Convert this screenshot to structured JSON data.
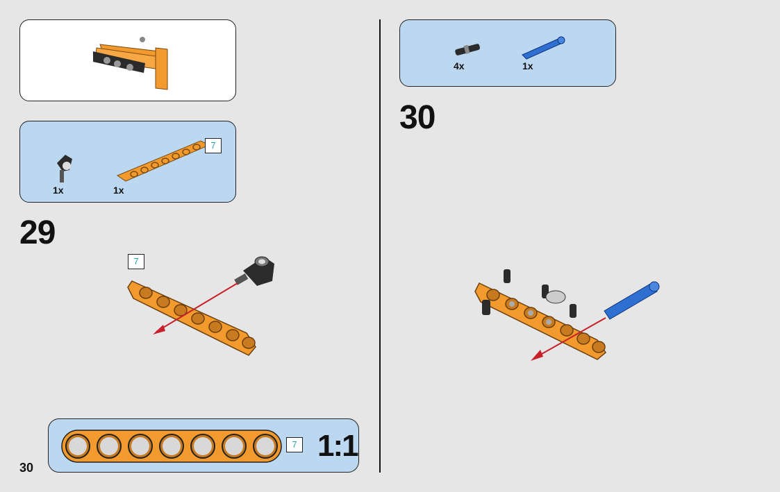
{
  "page_number": "30",
  "colors": {
    "background": "#e6e6e6",
    "callout_blue": "#bcd8f0",
    "beam_orange": "#f39a2e",
    "pin_blue": "#2f6fd0",
    "arrow_red": "#c8202a",
    "tag_teal": "#2aa3a8"
  },
  "submodel_preview": {
    "icon": "orange-beam-assembly-icon"
  },
  "step29": {
    "number": "29",
    "parts": [
      {
        "icon": "black-axle-connector-icon",
        "qty": "1x"
      },
      {
        "icon": "orange-beam-7-icon",
        "qty": "1x",
        "length_tag": "7"
      }
    ],
    "assembly_tag": "7"
  },
  "step30": {
    "number": "30",
    "parts": [
      {
        "icon": "black-friction-pin-icon",
        "qty": "4x"
      },
      {
        "icon": "blue-axle-pin-icon",
        "qty": "1x"
      }
    ]
  },
  "scale_guide": {
    "tag": "7",
    "label": "1:1"
  }
}
